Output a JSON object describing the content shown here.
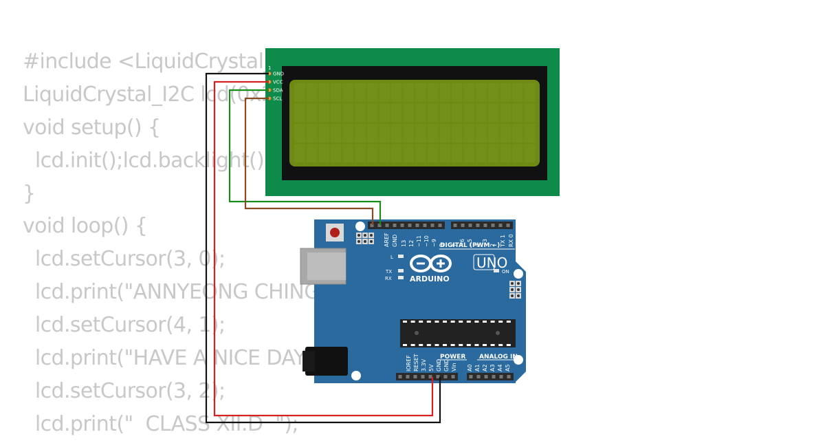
{
  "code": {
    "lines": [
      "#include <LiquidCrystal_I2C.h>",
      "LiquidCrystal_I2C lcd(0x27, 20, 4);",
      "void setup() {",
      "  lcd.init();lcd.backlight();",
      "}",
      "void loop() {",
      "  lcd.setCursor(3, 0);",
      "  lcd.print(\"ANNYEONG CHINGU\");",
      "  lcd.setCursor(4, 1);",
      "  lcd.print(\"HAVE A NICE DAY\");",
      "  lcd.setCursor(3, 2);",
      "  lcd.print(\"  CLASS XII.D  \");"
    ]
  },
  "lcd": {
    "pin_number": "1",
    "pins": [
      "GND",
      "VCC",
      "SDA",
      "SCL"
    ],
    "colors": {
      "pcb": "#0e8a4a",
      "bezel": "#111111",
      "screen": "#6e8a12"
    }
  },
  "arduino": {
    "brand": "ARDUINO",
    "model": "UNO",
    "digital_header": "DIGITAL (PWM ~)",
    "digital_pins": [
      "AREF",
      "GND",
      "13",
      "12",
      "~11",
      "~10",
      "~9",
      "8",
      "7",
      "~6",
      "~5",
      "4",
      "~3",
      "2",
      "TX 1",
      "RX 0"
    ],
    "power_header": "POWER",
    "power_pins": [
      "IOREF",
      "RESET",
      "3.3V",
      "5V",
      "GND",
      "GND",
      "Vin"
    ],
    "analog_header": "ANALOG IN",
    "analog_pins": [
      "A0",
      "A1",
      "A2",
      "A3",
      "A4",
      "A5"
    ],
    "leds": {
      "l": "L",
      "tx": "TX",
      "rx": "RX",
      "on": "ON"
    },
    "colors": {
      "board": "#2a6a9e",
      "header": "#2b2b2b",
      "chip": "#222222"
    }
  },
  "wires": {
    "colors": {
      "gnd": "#111111",
      "vcc": "#d42020",
      "sda": "#1a8a1a",
      "scl": "#8a4a20"
    }
  }
}
